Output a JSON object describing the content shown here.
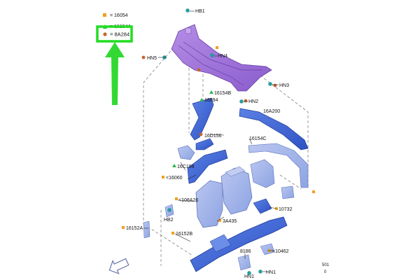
{
  "legend": {
    "items": [
      {
        "marker": "square",
        "color": "#f0a020",
        "text": "= 16054"
      },
      {
        "marker": "triangle",
        "color": "#2fb84a",
        "text": "= 16154A"
      },
      {
        "marker": "circle",
        "color": "#c8642a",
        "text": "= 8A284"
      }
    ],
    "highlight_color": "#22dd22"
  },
  "colors": {
    "upper_member": "#a57bd9",
    "frame_blue": "#3b63d6",
    "frame_light": "#8fa8e8",
    "frame_pale": "#a9b8ec",
    "bolt": "#1fa3a6",
    "arrow": "#33d933"
  },
  "labels": {
    "hb1": "HB1",
    "hn4": "HN4",
    "hn5": "HN5",
    "hn3": "HN3",
    "p16154b": "16154B",
    "p16094": "16094",
    "hn2": "HN2",
    "p16a200": "16A200",
    "p16d156": "16D156",
    "p16154c": "16154C",
    "p16c198": "16C198",
    "p16060": "<16060",
    "p108a26": "<108A26",
    "p10732": "10732",
    "hb2": "HB2",
    "p3a435": "3A435",
    "p16152a": "16152A",
    "p16152b": "16152B",
    "p8186": "8186",
    "p10462": "<10462",
    "hn1a": "HN1",
    "hn1b": "HN1",
    "corner_a": "501",
    "corner_b": "0"
  },
  "icons": {
    "direction_arrow": "front-direction-arrow-icon",
    "highlight_arrow": "pointer-arrow-icon"
  }
}
